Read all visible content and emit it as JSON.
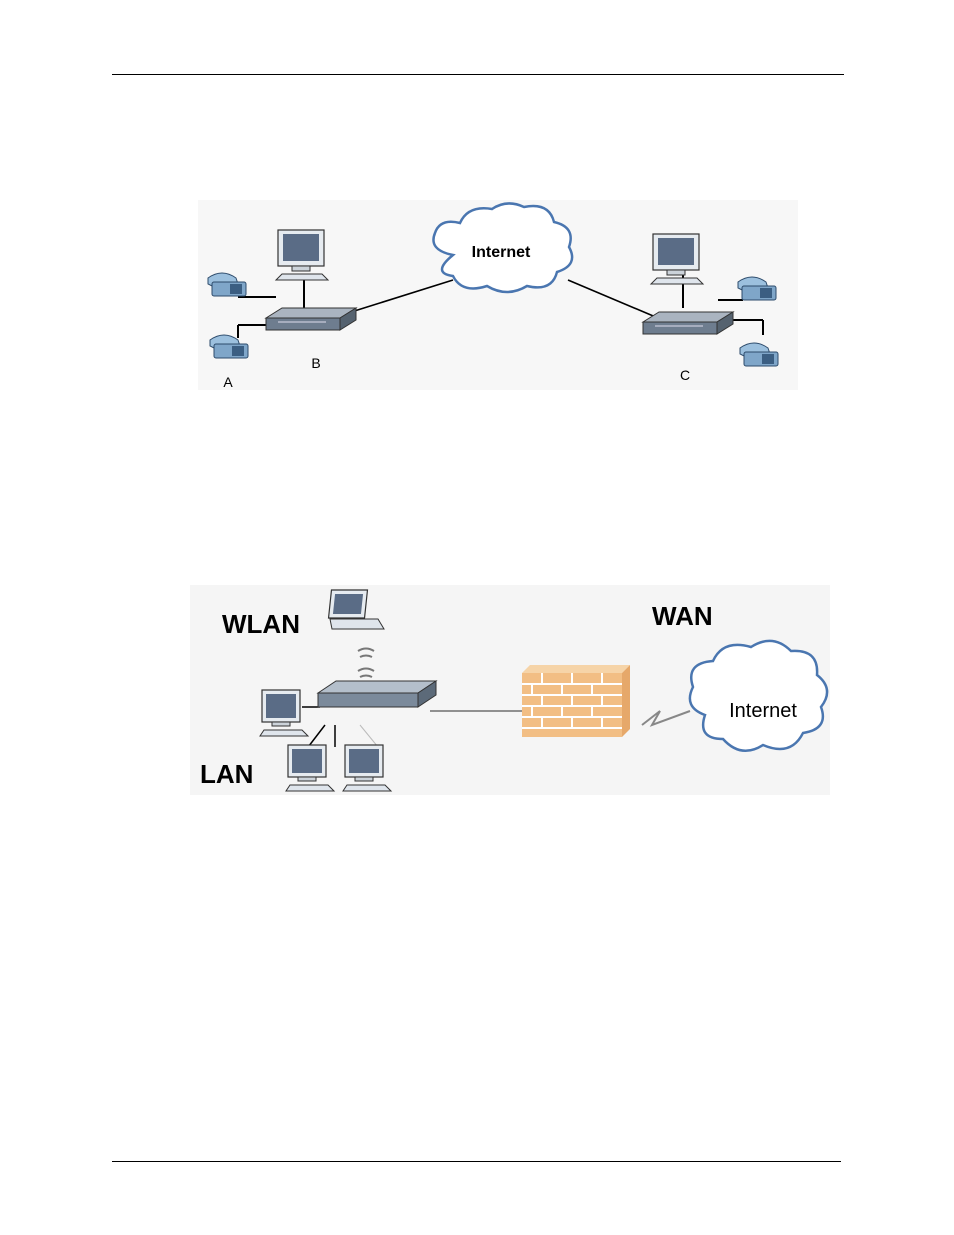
{
  "figure1": {
    "cloud_label": "Internet",
    "label_a": "A",
    "label_b": "B",
    "label_c": "C"
  },
  "figure2": {
    "wlan_label": "WLAN",
    "wan_label": "WAN",
    "lan_label": "LAN",
    "cloud_label": "Internet"
  },
  "icons": [
    "telephone-icon",
    "desktop-computer-icon",
    "router-icon",
    "cloud-icon",
    "laptop-icon",
    "wireless-signal-icon",
    "firewall-icon"
  ],
  "colors": {
    "phone": "#7fa6c9",
    "router": "#8a98a8",
    "cloud_stroke": "#5b86c0",
    "brick": "#f2be84"
  }
}
